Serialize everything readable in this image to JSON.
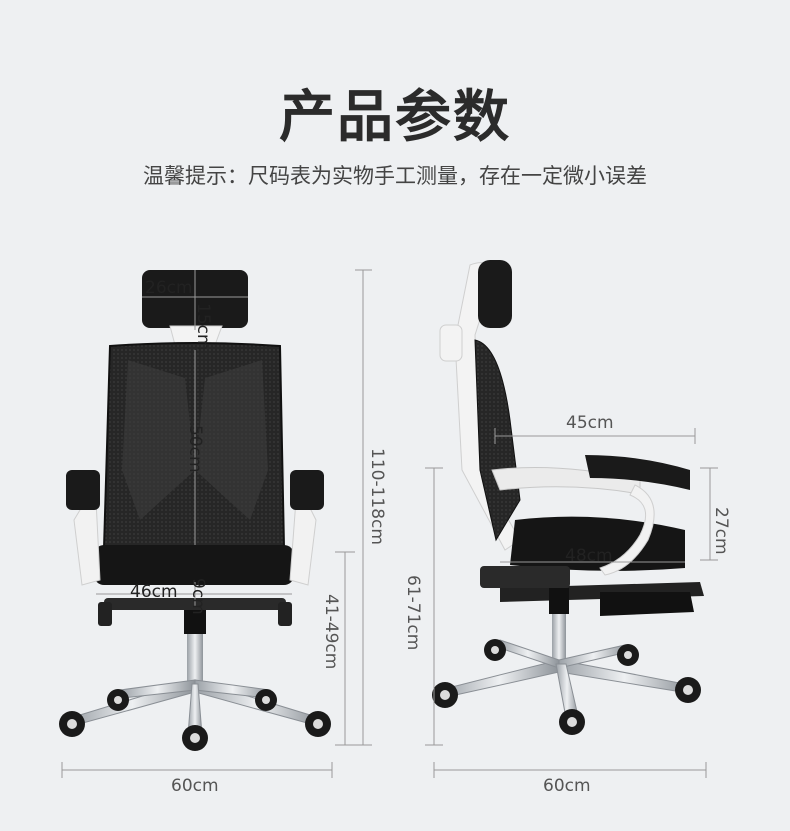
{
  "header": {
    "title": "产品参数",
    "subtitle": "温馨提示：尺码表为实物手工测量，存在一定微小误差"
  },
  "front_view": {
    "headrest_width": "26cm",
    "headrest_height": "15cm",
    "back_height": "50cm",
    "seat_width": "46cm",
    "seat_thickness": "9cm",
    "total_height": "110-118cm",
    "seat_height": "41-49cm",
    "base_width": "60cm"
  },
  "side_view": {
    "armrest_depth": "45cm",
    "armrest_height": "27cm",
    "seat_depth": "48cm",
    "armrest_floor_height": "61-71cm",
    "base_width": "60cm"
  },
  "colors": {
    "background": "#eef0f2",
    "mesh": "#1e1e1e",
    "frame": "#f4f4f4",
    "metal": "#c9ccd0"
  }
}
